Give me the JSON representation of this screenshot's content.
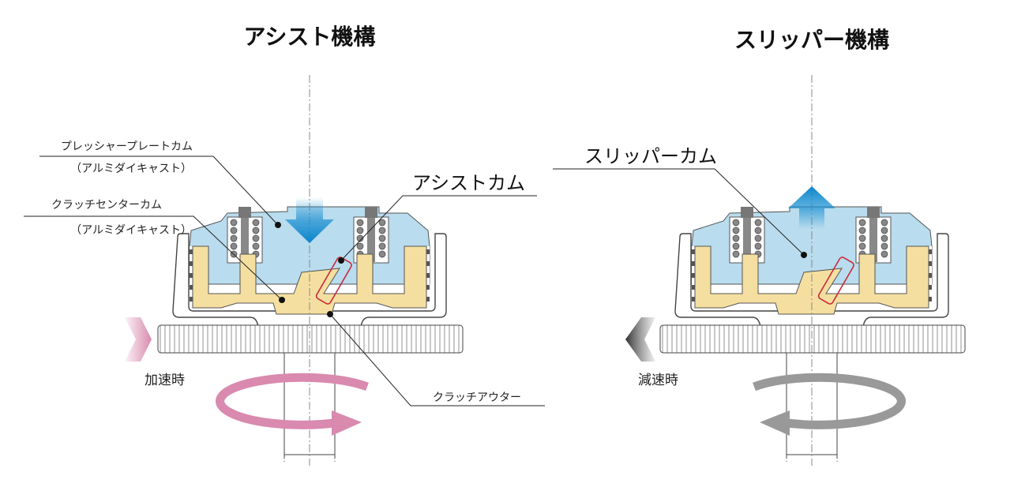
{
  "titles": {
    "assist": "アシスト機構",
    "slipper": "スリッパー機構"
  },
  "labels": {
    "pressure_plate_cam": "プレッシャープレートカム",
    "pressure_plate_material": "（アルミダイキャスト）",
    "clutch_center_cam": "クラッチセンターカム",
    "clutch_center_material": "（アルミダイキャスト）",
    "assist_cam": "アシストカム",
    "clutch_outer": "クラッチアウター",
    "slipper_cam": "スリッパーカム",
    "acceleration": "加速時",
    "deceleration": "減速時"
  },
  "colors": {
    "plate": "#b9dcee",
    "hub": "#f5dfa0",
    "cam_outline": "#c8283c",
    "accel_arrow": "#d98aae",
    "decel_arrow": "#999999",
    "force_arrow": "#1a8fd0"
  }
}
